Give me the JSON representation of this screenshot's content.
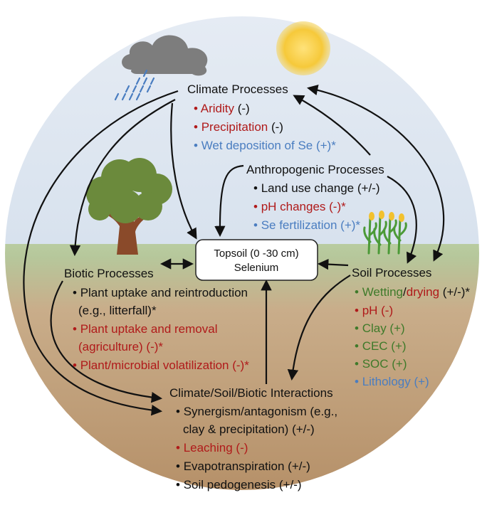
{
  "colors": {
    "sky": "#dde6f1",
    "ground_top": "#b3c79a",
    "ground_mid": "#c7a986",
    "ground_bottom": "#b8926a",
    "black": "#1a1a1a",
    "red": "#b01a1a",
    "blue": "#4a7dc0",
    "green": "#3f7a2a"
  },
  "icons": [
    "rain-cloud-icon",
    "sun-icon",
    "tree-icon",
    "corn-plants-icon"
  ],
  "center_box": {
    "line1": "Topsoil (0 -30 cm)",
    "line2": "Selenium"
  },
  "climate": {
    "title": "Climate Processes",
    "items": [
      {
        "text": "Aridity",
        "effect": "(-)",
        "color": "red"
      },
      {
        "text": "Precipitation",
        "effect": "(-)",
        "color": "red"
      },
      {
        "text": "Wet deposition of Se (+)*",
        "effect": "",
        "color": "blue"
      }
    ]
  },
  "anthropogenic": {
    "title": "Anthropogenic Processes",
    "items": [
      {
        "text": "Land use change (+/-)",
        "color": "black"
      },
      {
        "text": "pH changes (-)*",
        "color": "red"
      },
      {
        "text": "Se fertilization (+)*",
        "color": "blue"
      }
    ]
  },
  "biotic": {
    "title": "Biotic Processes",
    "items": [
      {
        "line1": "Plant uptake and reintroduction",
        "line2": "(e.g., litterfall)*",
        "color": "black"
      },
      {
        "line1": "Plant uptake and removal",
        "line2": "(agriculture) (-)*",
        "color": "red"
      },
      {
        "line1": "Plant/microbial volatilization (-)*",
        "line2": "",
        "color": "red"
      }
    ]
  },
  "soil": {
    "title": "Soil Processes",
    "wetting": {
      "part1": "Wetting",
      "slash": "/",
      "part2": "drying",
      "effect": "(+/-)*"
    },
    "items": [
      {
        "text": "pH (-)",
        "color": "red"
      },
      {
        "text": "Clay (+)",
        "color": "green"
      },
      {
        "text": "CEC (+)",
        "color": "green"
      },
      {
        "text": "SOC (+)",
        "color": "green"
      },
      {
        "text": "Lithology (+)",
        "color": "blue"
      }
    ]
  },
  "interactions": {
    "title": "Climate/Soil/Biotic Interactions",
    "items": [
      {
        "line1": "Synergism/antagonism (e.g.,",
        "line2": "clay & precipitation) (+/-)",
        "color": "black"
      },
      {
        "line1": "Leaching (-)",
        "line2": "",
        "color": "red"
      },
      {
        "line1": "Evapotranspiration (+/-)",
        "line2": "",
        "color": "black"
      },
      {
        "line1": "Soil pedogenesis (+/-)",
        "line2": "",
        "color": "black"
      }
    ]
  }
}
